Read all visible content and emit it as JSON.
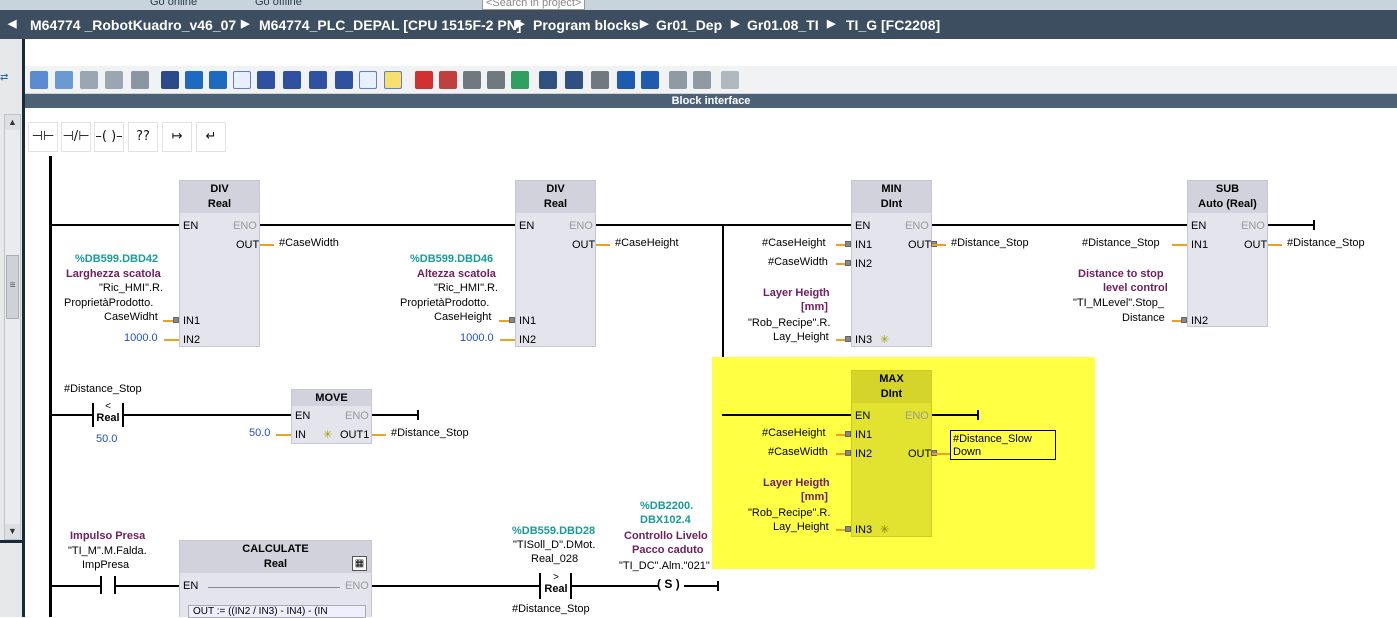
{
  "top_menu": {
    "go_online": "Go online",
    "go_offline": "Go offline",
    "search_placeholder": "<Search in project>"
  },
  "breadcrumb": [
    "M64774 _RobotKuadro_v46_07",
    "M64774_PLC_DEPAL [CPU 1515F-2 PN]",
    "Program blocks",
    "Gr01_Dep",
    "Gr01.08_TI",
    "TI_G [FC2208]"
  ],
  "block_interface_label": "Block interface",
  "favorites": {
    "no_contact": "⊣⊢",
    "nc_contact": "⊣/⊢",
    "coil": "–( )–",
    "empty_box": "??",
    "open_branch": "↦",
    "close_branch": "↵"
  },
  "pins": {
    "en": "EN",
    "eno": "ENO",
    "out": "OUT",
    "out1": "OUT1",
    "in": "IN",
    "in1": "IN1",
    "in2": "IN2",
    "in3": "IN3"
  },
  "div1": {
    "op": "DIV",
    "type": "Real",
    "out": "#CaseWidth",
    "addr": "%DB599.DBD42",
    "cmt": "Larghezza scatola",
    "tag1": "\"Ric_HMI\".R.",
    "tag2": "ProprietàProdotto.",
    "tag3": "CaseWidht",
    "in2": "1000.0"
  },
  "div2": {
    "op": "DIV",
    "type": "Real",
    "out": "#CaseHeight",
    "addr": "%DB599.DBD46",
    "cmt": "Altezza scatola",
    "tag1": "\"Ric_HMI\".R.",
    "tag2": "ProprietàProdotto.",
    "tag3": "CaseHeight",
    "in2": "1000.0"
  },
  "min": {
    "op": "MIN",
    "type": "DInt",
    "in1": "#CaseHeight",
    "in2": "#CaseWidth",
    "cmt1": "Layer Heigth",
    "cmt2": "[mm]",
    "tag1": "\"Rob_Recipe\".R.",
    "tag2": "Lay_Height",
    "out": "#Distance_Stop"
  },
  "sub": {
    "op": "SUB",
    "type": "Auto (Real)",
    "in1": "#Distance_Stop",
    "cmt1": "Distance to stop",
    "cmt2": "level control",
    "tag1": "\"TI_MLevel\".Stop_",
    "tag2": "Distance",
    "out": "#Distance_Stop"
  },
  "cmp": {
    "var": "#Distance_Stop",
    "op": "<",
    "type": "Real",
    "val": "50.0"
  },
  "move": {
    "op": "MOVE",
    "in": "50.0",
    "out": "#Distance_Stop"
  },
  "max": {
    "op": "MAX",
    "type": "DInt",
    "in1": "#CaseHeight",
    "in2": "#CaseWidth",
    "cmt1": "Layer Heigth",
    "cmt2": "[mm]",
    "tag1": "\"Rob_Recipe\".R.",
    "tag2": "Lay_Height",
    "out1": "#Distance_Slow",
    "out2": "Down"
  },
  "calc": {
    "op": "CALCULATE",
    "type": "Real",
    "formula": "OUT := ((IN2 / IN3) - IN4) - (IN",
    "cmt": "Impulso Presa",
    "tag1": "\"TI_M\".M.Falda.",
    "tag2": "ImpPresa"
  },
  "cmp2": {
    "addr": "%DB559.DBD28",
    "tag1": "\"TISoll_D\".DMot.",
    "tag2": "Real_028",
    "op": ">",
    "type": "Real",
    "var": "#Distance_Stop"
  },
  "coil": {
    "addr1": "%DB2200.",
    "addr2": "DBX102.4",
    "cmt1": "Controllo Livelo",
    "cmt2": "Pacco caduto",
    "tag": "\"TI_DC\".Alm.\"021\"",
    "sym": "S"
  }
}
